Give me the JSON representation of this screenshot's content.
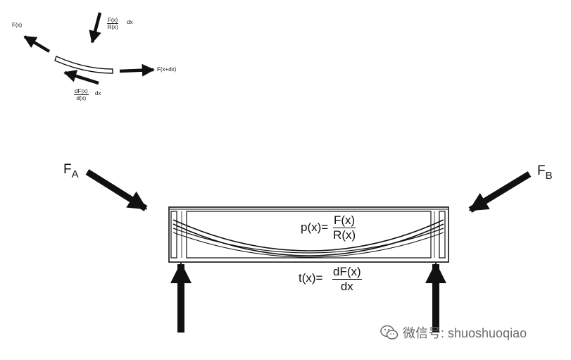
{
  "top_diagram": {
    "f_x": "F(x)",
    "pressure_num": "F(x)",
    "pressure_den": "R(x)",
    "pressure_dx": "dx",
    "f_x_dx": "F(x+dx)",
    "shear_num": "dF(x)",
    "shear_den": "d(x)",
    "shear_dx": "dx"
  },
  "main_diagram": {
    "force_a_base": "F",
    "force_a_sub": "A",
    "force_b_base": "F",
    "force_b_sub": "B",
    "p_lhs": "p(x)=",
    "p_num": "F(x)",
    "p_den": "R(x)",
    "t_lhs": "t(x)=",
    "t_num": "dF(x)",
    "t_den": "dx"
  },
  "watermark": {
    "icon": "wechat-icon",
    "text": "微信号: shuoshuoqiao"
  }
}
